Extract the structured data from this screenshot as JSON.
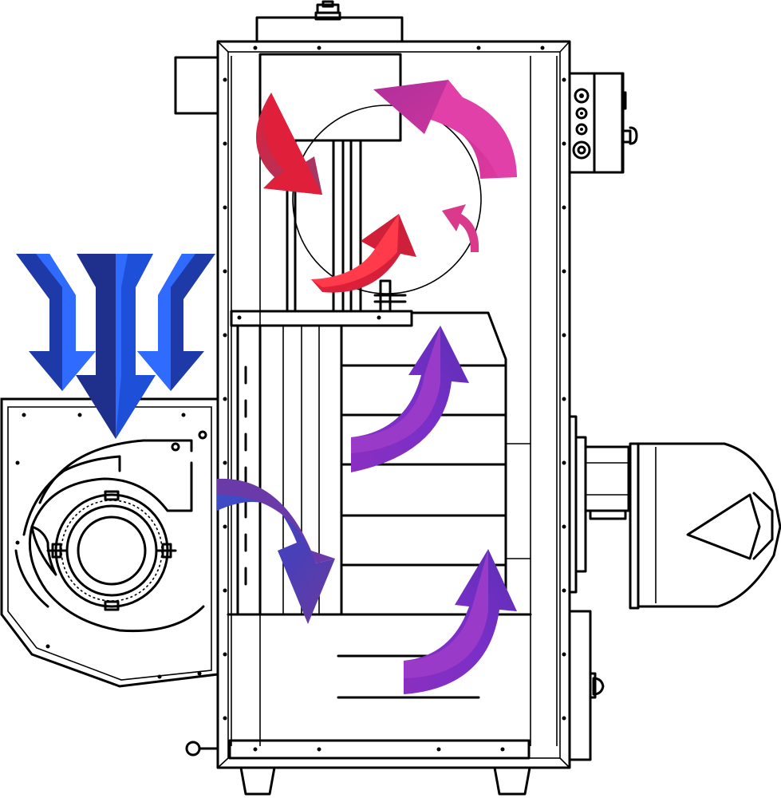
{
  "diagram": {
    "type": "airflow-schematic",
    "labels": [],
    "colors": {
      "intake_blue": "#1e4fd8",
      "intake_blue_light": "#2f6bff",
      "intake_navy": "#1e2f8c",
      "hot_red": "#e0203a",
      "hot_crimson": "#b8324f",
      "hot_pink": "#d93a8c",
      "warm_magenta": "#c02fae",
      "flow_purple": "#7a2fc8",
      "flow_violet": "#5a2fb4",
      "cool_blue": "#3a4fc8",
      "outline": "#000000",
      "fill": "#ffffff"
    },
    "arrows": [
      {
        "id": "intake",
        "direction": "down",
        "color": "intake_blue"
      },
      {
        "id": "fan-to-chamber",
        "direction": "down-right",
        "color": "cool_blue"
      },
      {
        "id": "lower-rise",
        "direction": "up-right",
        "color": "flow_purple"
      },
      {
        "id": "mid-rise",
        "direction": "up-right",
        "color": "flow_purple"
      },
      {
        "id": "burner-inner",
        "direction": "up-right",
        "color": "hot_red"
      },
      {
        "id": "upper-left-down",
        "direction": "down-right",
        "color": "hot_red"
      },
      {
        "id": "top-right-curl",
        "direction": "up-left",
        "color": "hot_pink"
      },
      {
        "id": "small-curl",
        "direction": "up-left",
        "color": "hot_pink"
      }
    ],
    "components": [
      "cabinet",
      "top-cap",
      "control-panel",
      "blower-housing",
      "fan-wheel",
      "heat-exchanger-fins",
      "burner-housing",
      "base-feet",
      "inspection-door",
      "knob"
    ]
  }
}
